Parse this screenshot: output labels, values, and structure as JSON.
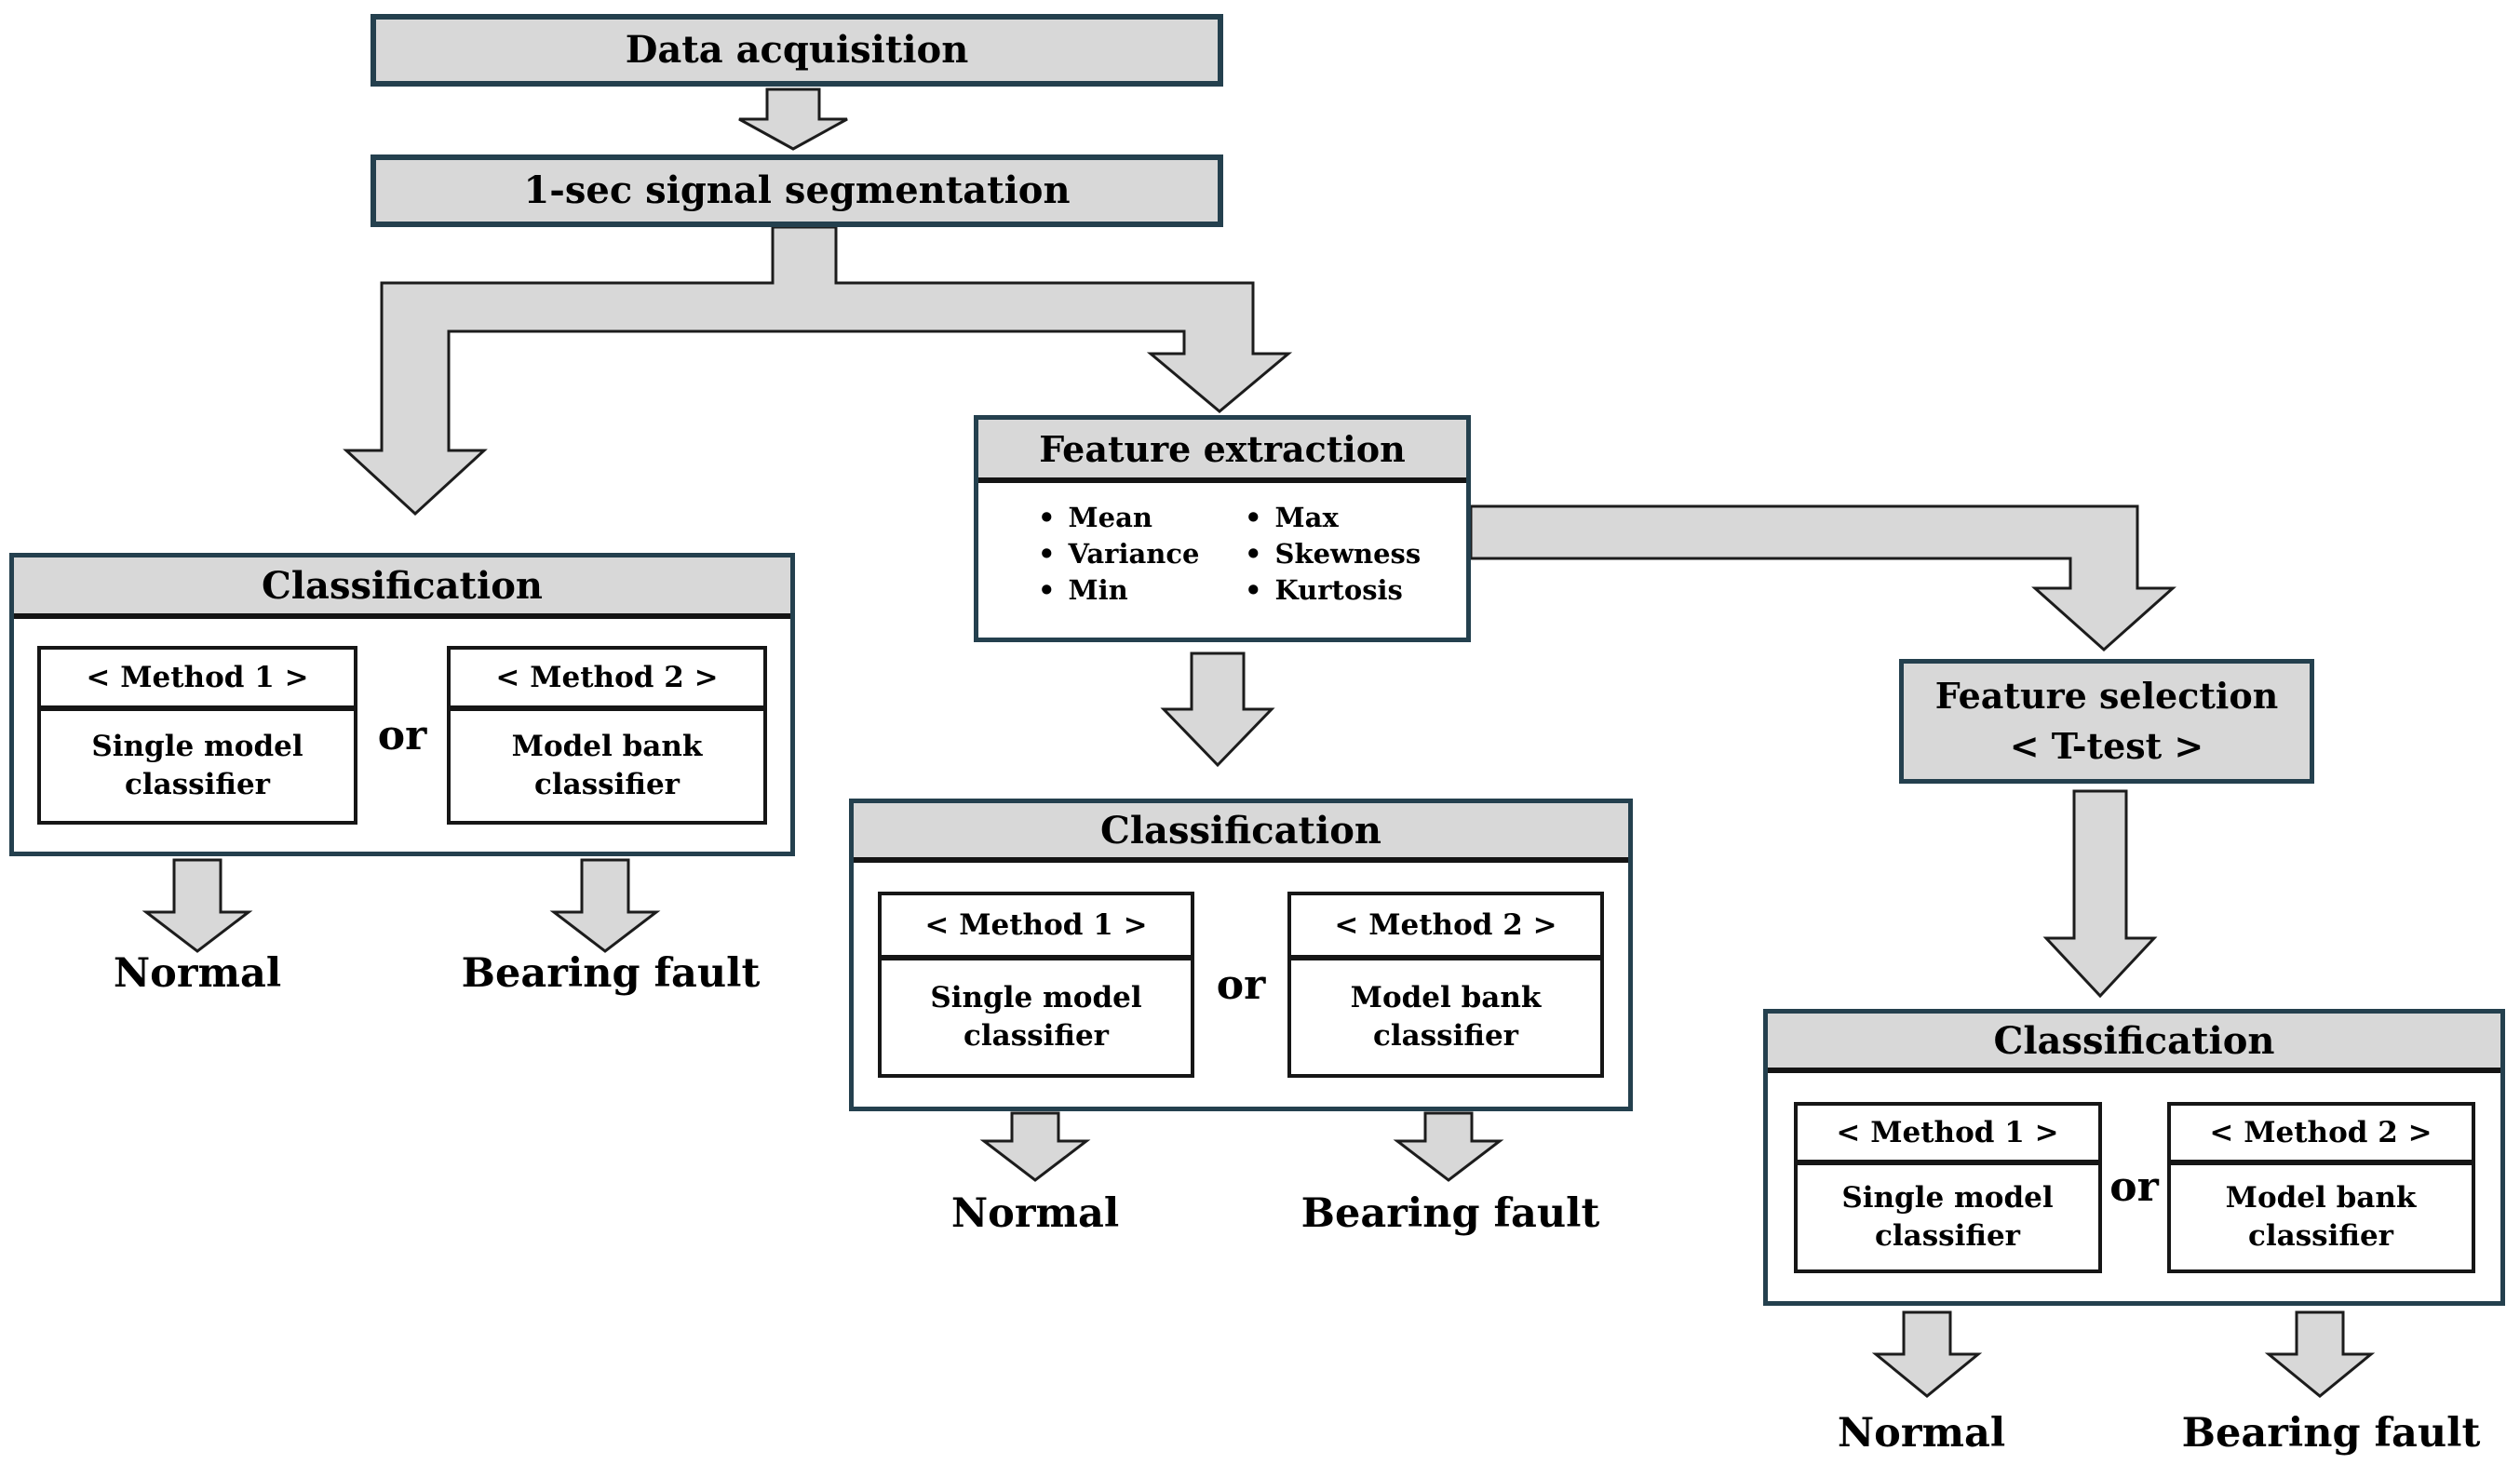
{
  "pipeline": {
    "data_acquisition": "Data acquisition",
    "segmentation": "1-sec signal segmentation"
  },
  "feature_extraction": {
    "title": "Feature extraction",
    "bullet": "•",
    "left_items": [
      "Mean",
      "Variance",
      "Min"
    ],
    "right_items": [
      "Max",
      "Skewness",
      "Kurtosis"
    ]
  },
  "feature_selection": {
    "title": "Feature selection",
    "subtitle": "< T-test >"
  },
  "classification": {
    "title": "Classification",
    "method1_label": "< Method 1 >",
    "method1_text": "Single model classifier",
    "or_label": "or",
    "method2_label": "< Method 2 >",
    "method2_text": "Model bank classifier",
    "outcome_normal": "Normal",
    "outcome_fault": "Bearing fault"
  },
  "colors": {
    "box_fill": "#d8d8d8",
    "box_border": "#24404e",
    "header_underline": "#141414",
    "inner_box_border": "#161616",
    "arrow_fill": "#d8d8d8",
    "arrow_stroke": "#1c1c1c",
    "text": "#000000",
    "background": "#ffffff"
  }
}
